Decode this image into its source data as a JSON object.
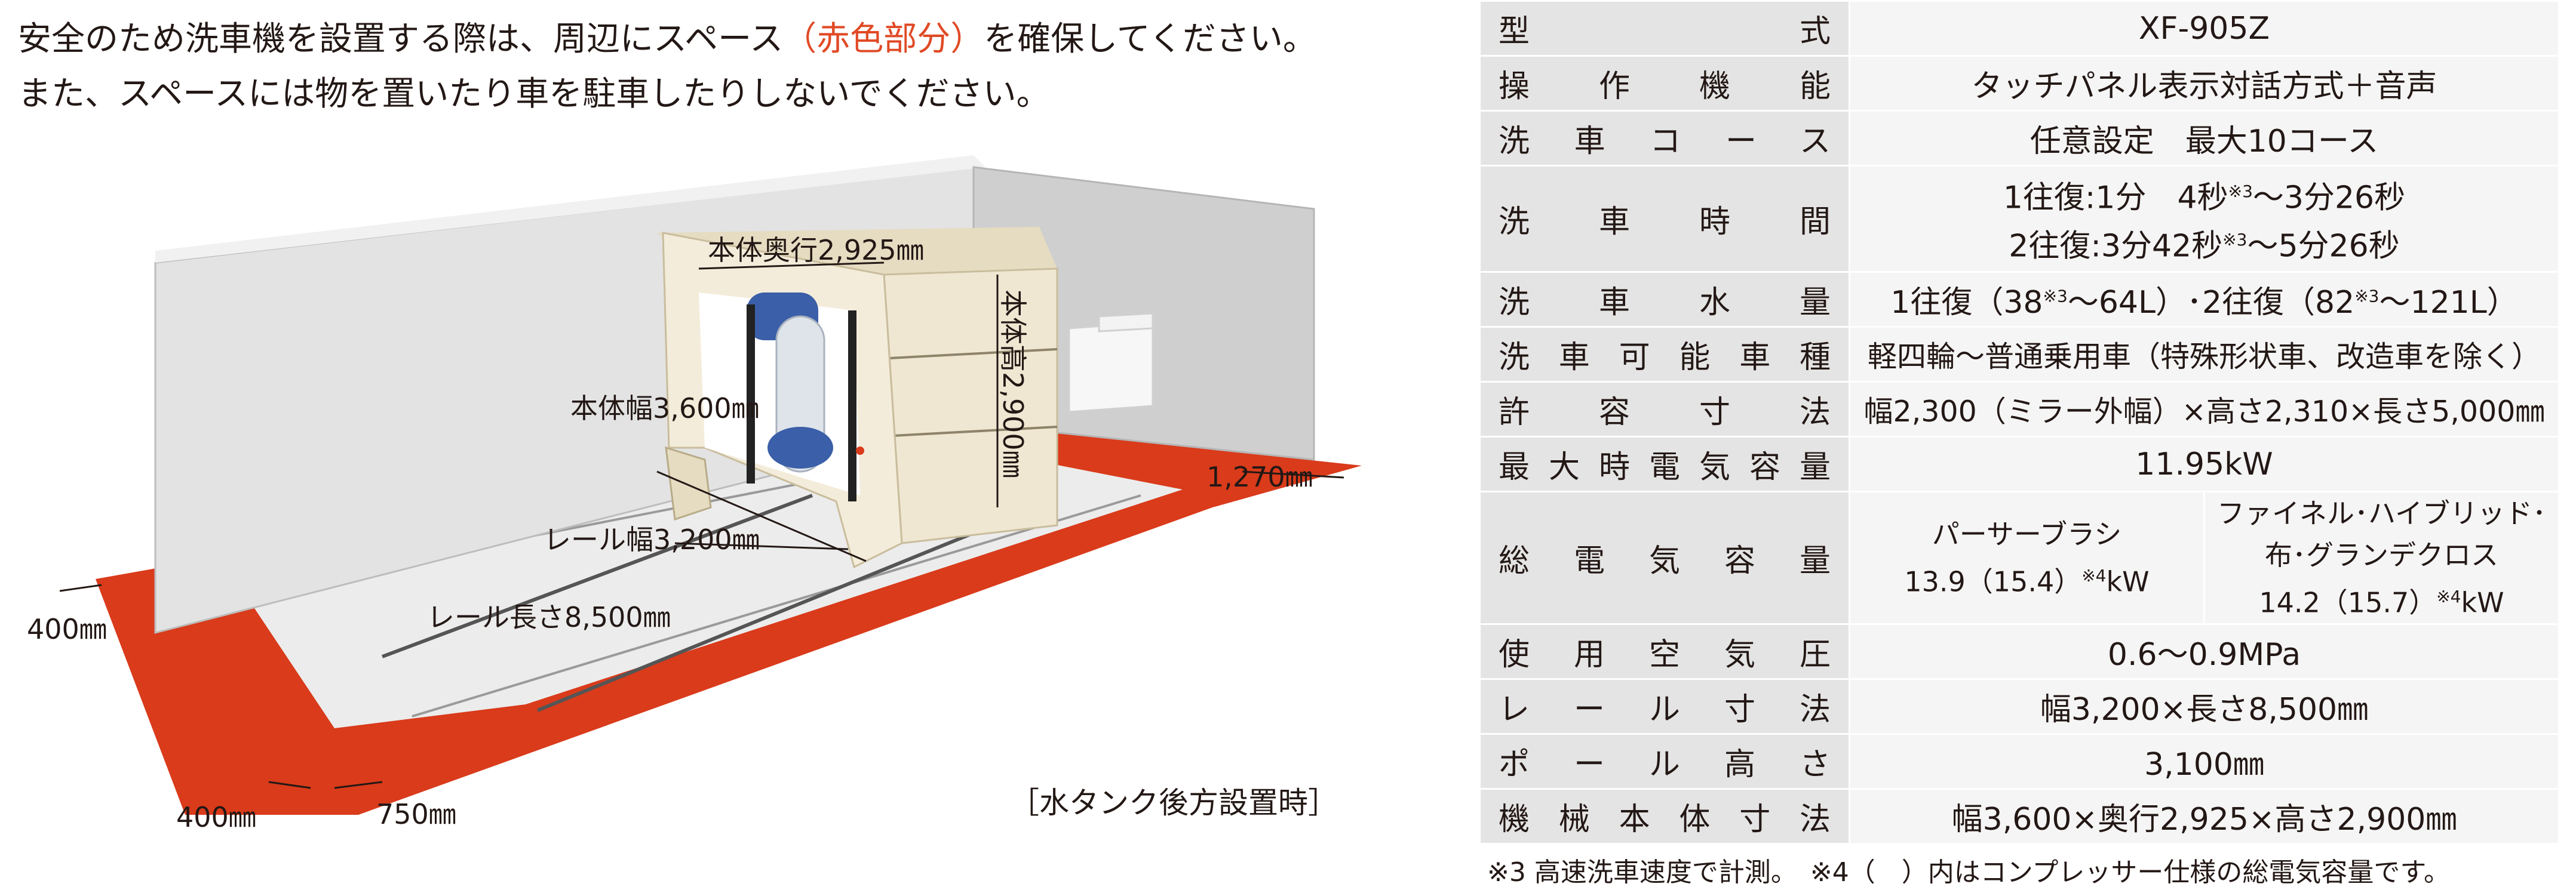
{
  "notice": {
    "line1_before": "安全のため洗車機を設置する際は、周辺にスペース",
    "line1_highlight": "（赤色部分）",
    "line1_after": "を確保してください。",
    "line2": "また、スペースには物を置いたり車を駐車したりしないでください。"
  },
  "diagram": {
    "depth_label": "本体奥行2,925㎜",
    "height_label": "本体高2,900㎜",
    "width_label": "本体幅3,600㎜",
    "rail_width_label": "レール幅3,200㎜",
    "rail_length_label": "レール長さ8,500㎜",
    "right_margin_label": "1,270㎜",
    "left_margin_label": "400㎜",
    "front_margin_label": "400㎜",
    "front_side_label": "750㎜",
    "caption": "［水タンク後方設置時］",
    "colors": {
      "space_red": "#d93b1b",
      "floor": "#ececec",
      "wall": "#c9c9c9",
      "machine": "#f0e7d2",
      "brush": "#3b5fa8"
    }
  },
  "spec": {
    "model": {
      "label": "型式",
      "value": "XF-905Z"
    },
    "operation": {
      "label": "操作機能",
      "value": "タッチパネル表示対話方式＋音声"
    },
    "course": {
      "label": "洗車コース",
      "value": "任意設定　最大10コース"
    },
    "wash_time": {
      "label": "洗車時間",
      "l1a": "1往復:1分　4秒",
      "l1sup": "※3",
      "l1b": "〜3分26秒",
      "l2a": "2往復:3分42秒",
      "l2sup": "※3",
      "l2b": "〜5分26秒"
    },
    "water": {
      "label": "洗車水量",
      "a": "1往復（38",
      "sup1": "※3",
      "b": "〜64L）･2往復（82",
      "sup2": "※3",
      "c": "〜121L）"
    },
    "vehicle": {
      "label": "洗車可能車種",
      "value": "軽四輪〜普通乗用車（特殊形状車、改造車を除く）"
    },
    "allowed_size": {
      "label": "許容寸法",
      "value": "幅2,300（ミラー外幅）×高さ2,310×長さ5,000㎜"
    },
    "max_power": {
      "label": "最大時電気容量",
      "value": "11.95kW"
    },
    "total_power": {
      "label": "総電気容量",
      "c1_title": "パーサーブラシ",
      "c1_a": "13.9（15.4）",
      "c1_sup": "※4",
      "c1_b": "kW",
      "c2_title": "ファイネル･ハイブリッド･布･グランデクロス",
      "c2_a": "14.2（15.7）",
      "c2_sup": "※4",
      "c2_b": "kW"
    },
    "air": {
      "label": "使用空気圧",
      "value": "0.6〜0.9MPa"
    },
    "rail": {
      "label": "レール寸法",
      "value": "幅3,200×長さ8,500㎜"
    },
    "pole": {
      "label": "ポール高さ",
      "value": "3,100㎜"
    },
    "body": {
      "label": "機械本体寸法",
      "value": "幅3,600×奥行2,925×高さ2,900㎜"
    }
  },
  "footnote": "※3 高速洗車速度で計測。　※4（　）内はコンプレッサー仕様の総電気容量です。"
}
